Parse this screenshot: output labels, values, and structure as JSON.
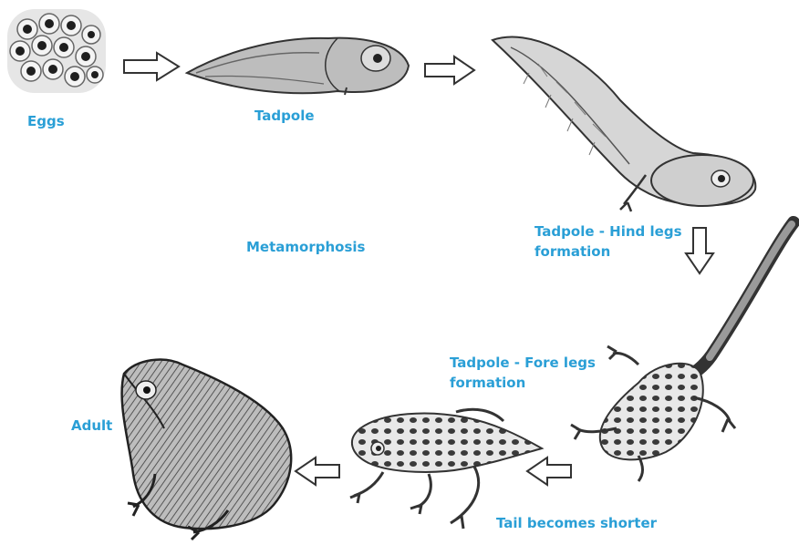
{
  "labels": {
    "eggs": "Eggs",
    "tadpole": "Tadpole",
    "hind_legs": "Tadpole - Hind legs formation",
    "metamorphosis": "Metamorphosis",
    "fore_legs": "Tadpole - Fore legs formation",
    "tail_shorter": "Tail becomes shorter",
    "adult": "Adult"
  },
  "colors": {
    "label": "#2a9fd6",
    "ink": "#2b2b2b",
    "shade": "#8a8a8a",
    "light": "#d9d9d9"
  },
  "icons": {
    "stage_eggs": "frog-eggs-icon",
    "stage_tadpole": "tadpole-icon",
    "stage_hind_legs": "tadpole-hind-legs-icon",
    "stage_fore_legs": "tadpole-fore-legs-icon",
    "stage_froglet": "froglet-icon",
    "stage_adult": "adult-frog-icon",
    "arrow": "outline-arrow-icon"
  }
}
